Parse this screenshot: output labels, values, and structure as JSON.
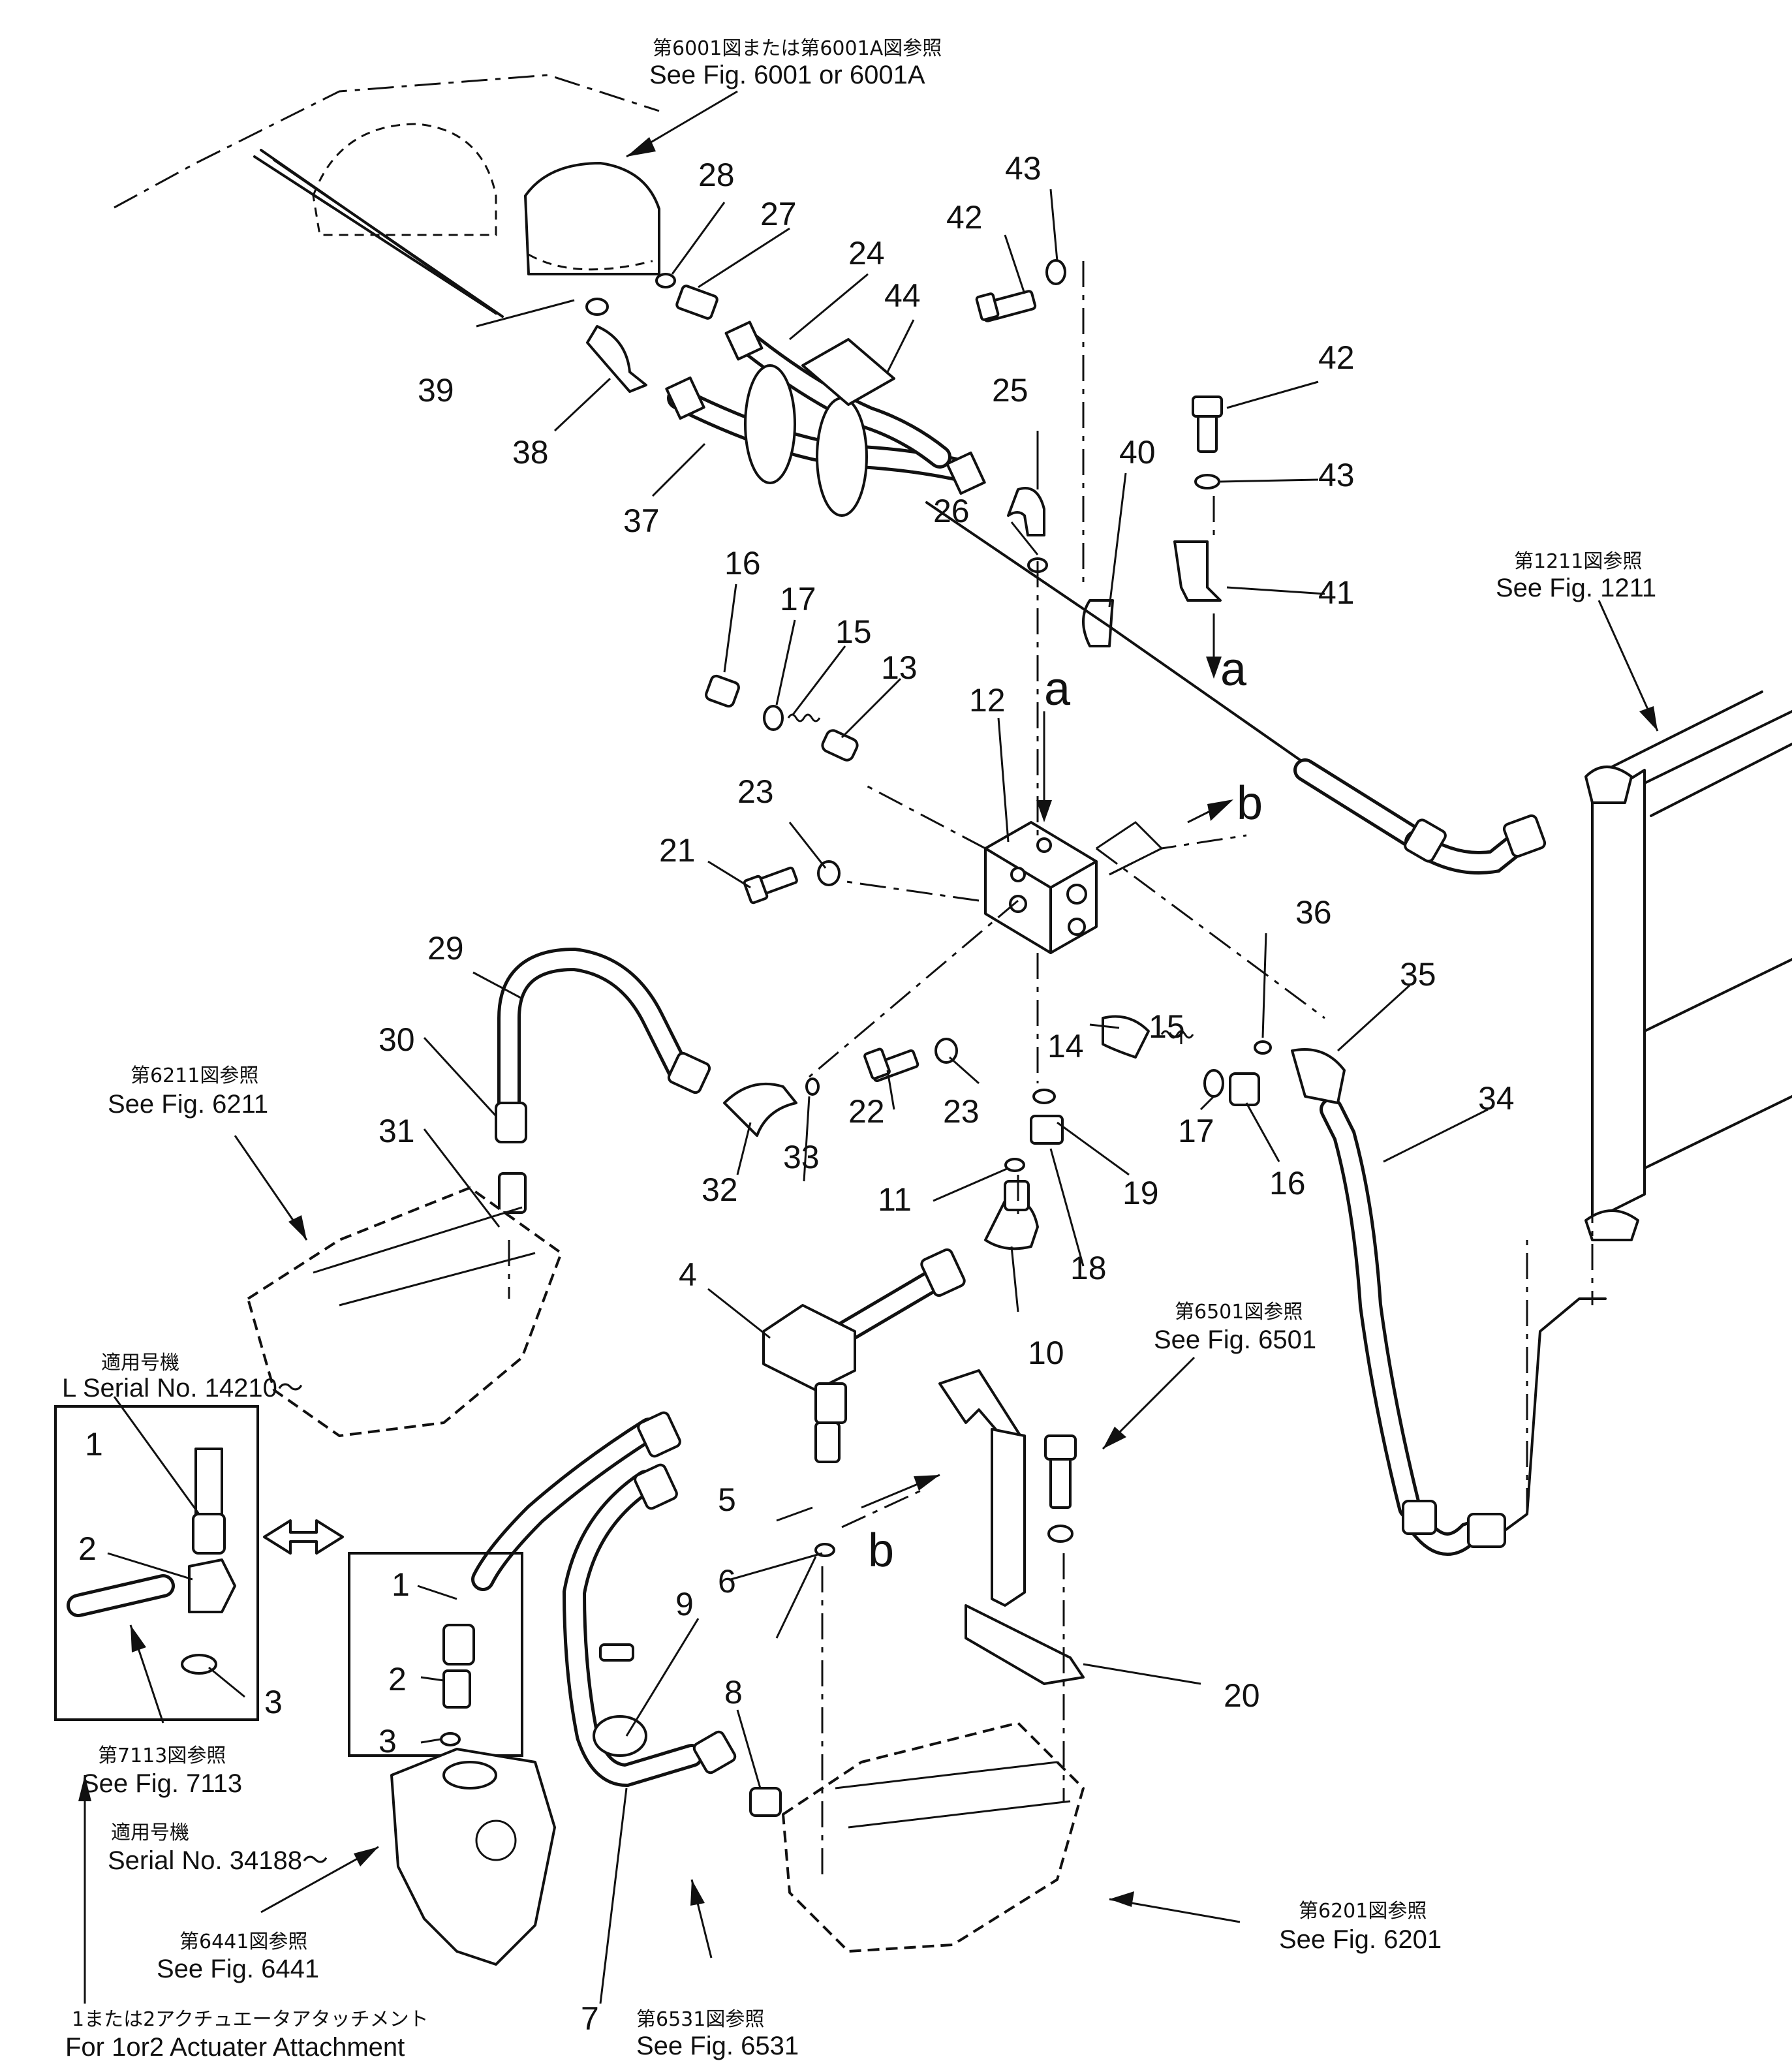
{
  "references": {
    "fig6001": {
      "jp": "第6001図または第6001A図参照",
      "en": "See Fig. 6001 or 6001A"
    },
    "fig1211": {
      "jp": "第1211図参照",
      "en": "See Fig. 1211"
    },
    "fig6211": {
      "jp": "第6211図参照",
      "en": "See Fig. 6211"
    },
    "fig6501": {
      "jp": "第6501図参照",
      "en": "See Fig. 6501"
    },
    "fig7113": {
      "jp": "第7113図参照",
      "en": "See Fig. 7113"
    },
    "fig6441": {
      "jp": "第6441図参照",
      "en": "See Fig. 6441"
    },
    "fig6531": {
      "jp": "第6531図参照",
      "en": "See Fig. 6531"
    },
    "fig6201": {
      "jp": "第6201図参照",
      "en": "See Fig. 6201"
    }
  },
  "notes": {
    "serial_l_jp": "適用号機",
    "serial_l_en": "L Serial No. 14210～",
    "serial_b_jp": "適用号機",
    "serial_b_en": "Serial No. 34188～",
    "attachment_jp": "1または2アクチュエータアタッチメント",
    "attachment_en": "For 1or2 Actuater Attachment"
  },
  "view_letters": [
    "a",
    "a",
    "b",
    "b"
  ],
  "parts": [
    "1",
    "2",
    "3",
    "4",
    "5",
    "6",
    "7",
    "8",
    "9",
    "10",
    "11",
    "12",
    "13",
    "14",
    "15",
    "16",
    "17",
    "18",
    "19",
    "20",
    "21",
    "22",
    "23",
    "24",
    "25",
    "26",
    "27",
    "28",
    "29",
    "30",
    "31",
    "32",
    "33",
    "34",
    "35",
    "36",
    "37",
    "38",
    "39",
    "40",
    "41",
    "42",
    "43",
    "44"
  ],
  "inset_parts": [
    "1",
    "2",
    "3"
  ],
  "extra_labels": [
    "15",
    "16",
    "17",
    "23",
    "42",
    "43",
    "1",
    "2",
    "3"
  ]
}
